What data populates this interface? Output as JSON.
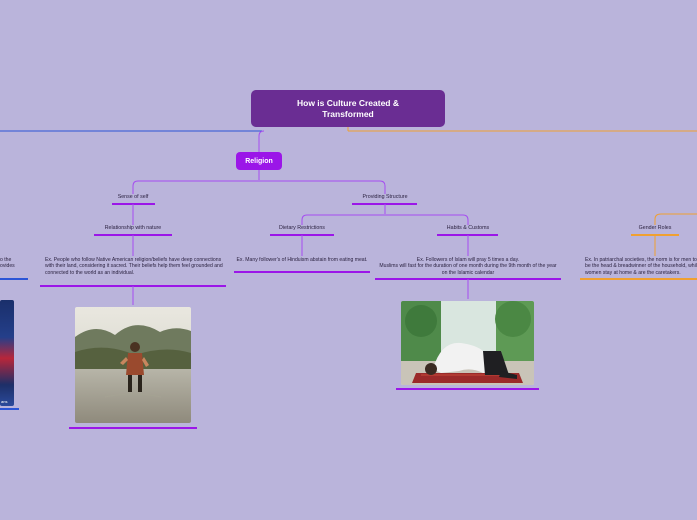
{
  "map": {
    "title": "How is Culture Created & Transformed",
    "main_topic": "Religion",
    "branches": {
      "sense_of_self": "Sense of self",
      "relationship_with_nature": "Relationship with nature",
      "providing_structure": "Providing Structure",
      "dietary_restrictions": "Dietary Restrictions",
      "habits_customs": "Habits & Customs",
      "gender_roles": "Gender Roles"
    },
    "examples": {
      "nature_example": "Ex. People who follow Native American religion/beliefs have deep connections with their land, considering it sacred. Their beliefs help them feel grounded and connected to the world as an individual.",
      "diet_example": "Ex. Many follower's of Hinduism abstain from eating meat.",
      "habits_example_1": "Ex. Followers of Islam will pray 5 times a day.",
      "habits_example_2": "Muslims will fast for the duration of one month during the 9th month of the year on the Islamic calendar",
      "gender_example": "Ex. In patriarchal societies, the norm is for men to be the head & breadwinner of the household, while women stay at home & are the caretakers.",
      "left_partial_1": "o the",
      "left_partial_2": "ovides",
      "left_partial_image_caption": "ans"
    }
  },
  "colors": {
    "background": "#bab4db",
    "root": "#6a2d93",
    "religion": "#9b16e8",
    "religion_line": "#a54df0",
    "blue_branch": "#2c55d6",
    "orange_branch": "#f0a030"
  }
}
